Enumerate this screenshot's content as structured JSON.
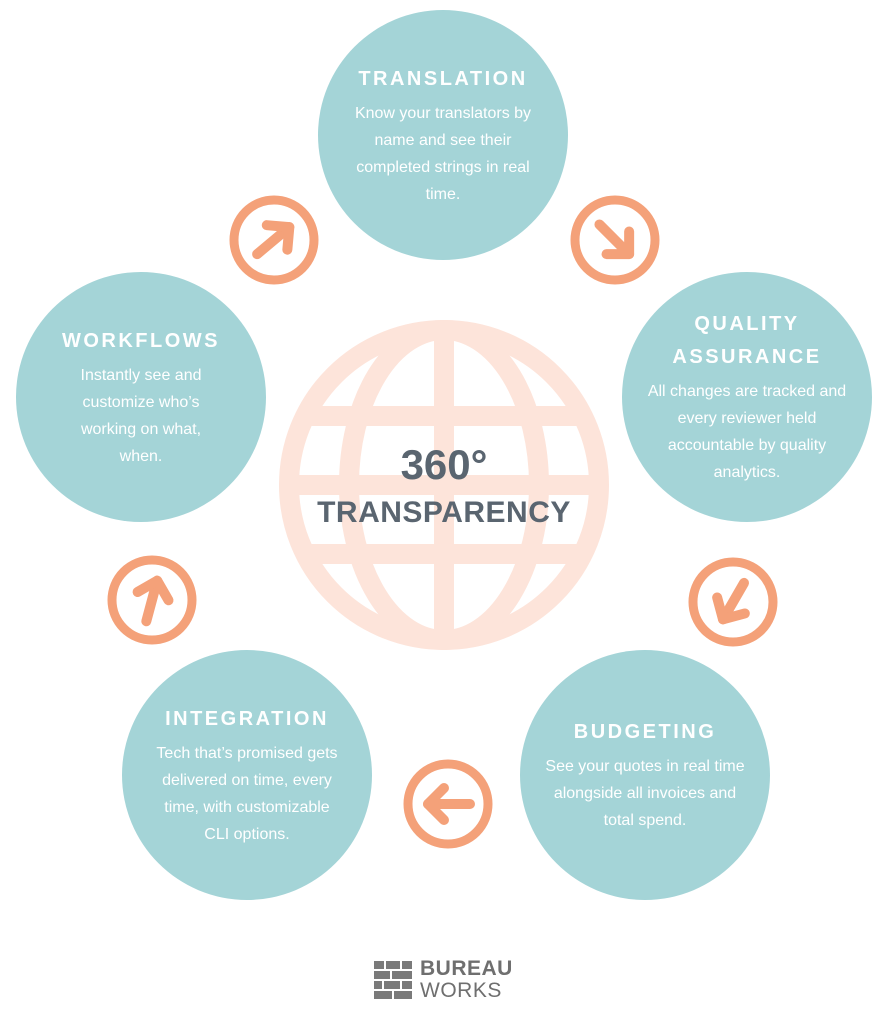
{
  "colors": {
    "bubble": "#a4d4d7",
    "arrow": "#f4a179",
    "globe": "#fde4da",
    "center_text": "#5a6570",
    "logo": "#6f6f6f"
  },
  "center": {
    "number": "360°",
    "label": "TRANSPARENCY",
    "icon": "globe-icon"
  },
  "steps": [
    {
      "title": "TRANSLATION",
      "body": "Know your translators by name and see their completed strings in real time."
    },
    {
      "title": "QUALITY ASSURANCE",
      "body": "All changes are tracked and every reviewer held accountable by quality analytics."
    },
    {
      "title": "BUDGETING",
      "body": "See your quotes in real time alongside all invoices and total spend."
    },
    {
      "title": "INTEGRATION",
      "body": "Tech that’s promised gets delivered on time, every time, with customizable CLI options."
    },
    {
      "title": "WORKFLOWS",
      "body": "Instantly see and customize who’s working on what, when."
    }
  ],
  "arrows": [
    {
      "icon": "arrow-down-right-icon",
      "direction": "down-right"
    },
    {
      "icon": "arrow-down-left-icon",
      "direction": "down-left"
    },
    {
      "icon": "arrow-left-icon",
      "direction": "left"
    },
    {
      "icon": "arrow-up-icon",
      "direction": "up"
    },
    {
      "icon": "arrow-up-right-icon",
      "direction": "up-right"
    }
  ],
  "logo": {
    "line1": "BUREAU",
    "line2": "WORKS",
    "icon": "brick-wall-icon"
  }
}
